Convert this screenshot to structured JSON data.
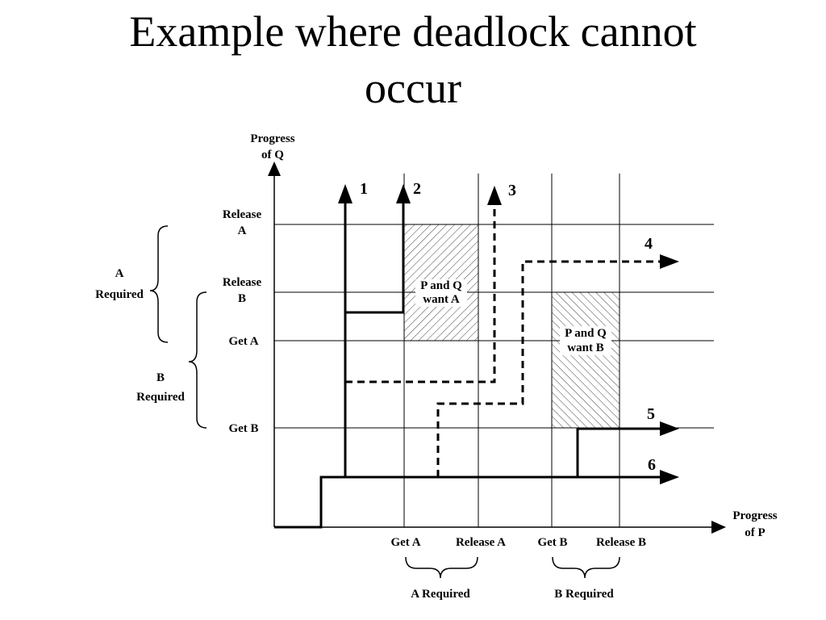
{
  "slide": {
    "title_line1": "Example where deadlock cannot",
    "title_line2": "occur"
  },
  "diagram": {
    "y_axis_label_line1": "Progress",
    "y_axis_label_line2": "of Q",
    "x_axis_label_line1": "Progress",
    "x_axis_label_line2": "of P",
    "q_levels": {
      "release_a_line1": "Release",
      "release_a_line2": "A",
      "release_b_line1": "Release",
      "release_b_line2": "B",
      "get_a": "Get A",
      "get_b": "Get B"
    },
    "p_levels": {
      "get_a": "Get A",
      "release_a": "Release A",
      "get_b": "Get B",
      "release_b": "Release B"
    },
    "q_a_required_line1": "A",
    "q_a_required_line2": "Required",
    "q_b_required_line1": "B",
    "q_b_required_line2": "Required",
    "p_a_required": "A Required",
    "p_b_required": "B Required",
    "region_a_line1": "P and Q",
    "region_a_line2": "want A",
    "region_b_line1": "P and Q",
    "region_b_line2": "want B",
    "path_labels": [
      "1",
      "2",
      "3",
      "4",
      "5",
      "6"
    ]
  }
}
